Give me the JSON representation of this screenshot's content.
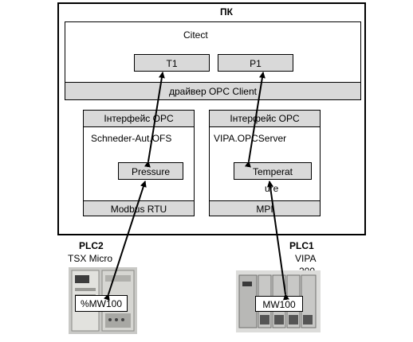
{
  "pc": {
    "title": "ПК"
  },
  "citect": {
    "title": "Citect",
    "tag_t1": "T1",
    "tag_p1": "P1"
  },
  "opc_client": {
    "label": "драйвер OPC Client"
  },
  "server_left": {
    "interface_label": "Інтерфейс OPC",
    "name": "Schneder-Aut.OFS",
    "tag": "Pressure",
    "protocol": "Modbus RTU"
  },
  "server_right": {
    "interface_label": "Інтерфейс OPC",
    "name": "VIPA.OPCServer",
    "tag_line1": "Temperat",
    "tag_line2": "ure",
    "protocol": "MPI"
  },
  "plc2": {
    "name": "PLC2",
    "model": "TSX Micro",
    "register": "%MW100"
  },
  "plc1": {
    "name": "PLC1",
    "model_line1": "VIPA",
    "model_line2": "200",
    "register": "MW100"
  }
}
